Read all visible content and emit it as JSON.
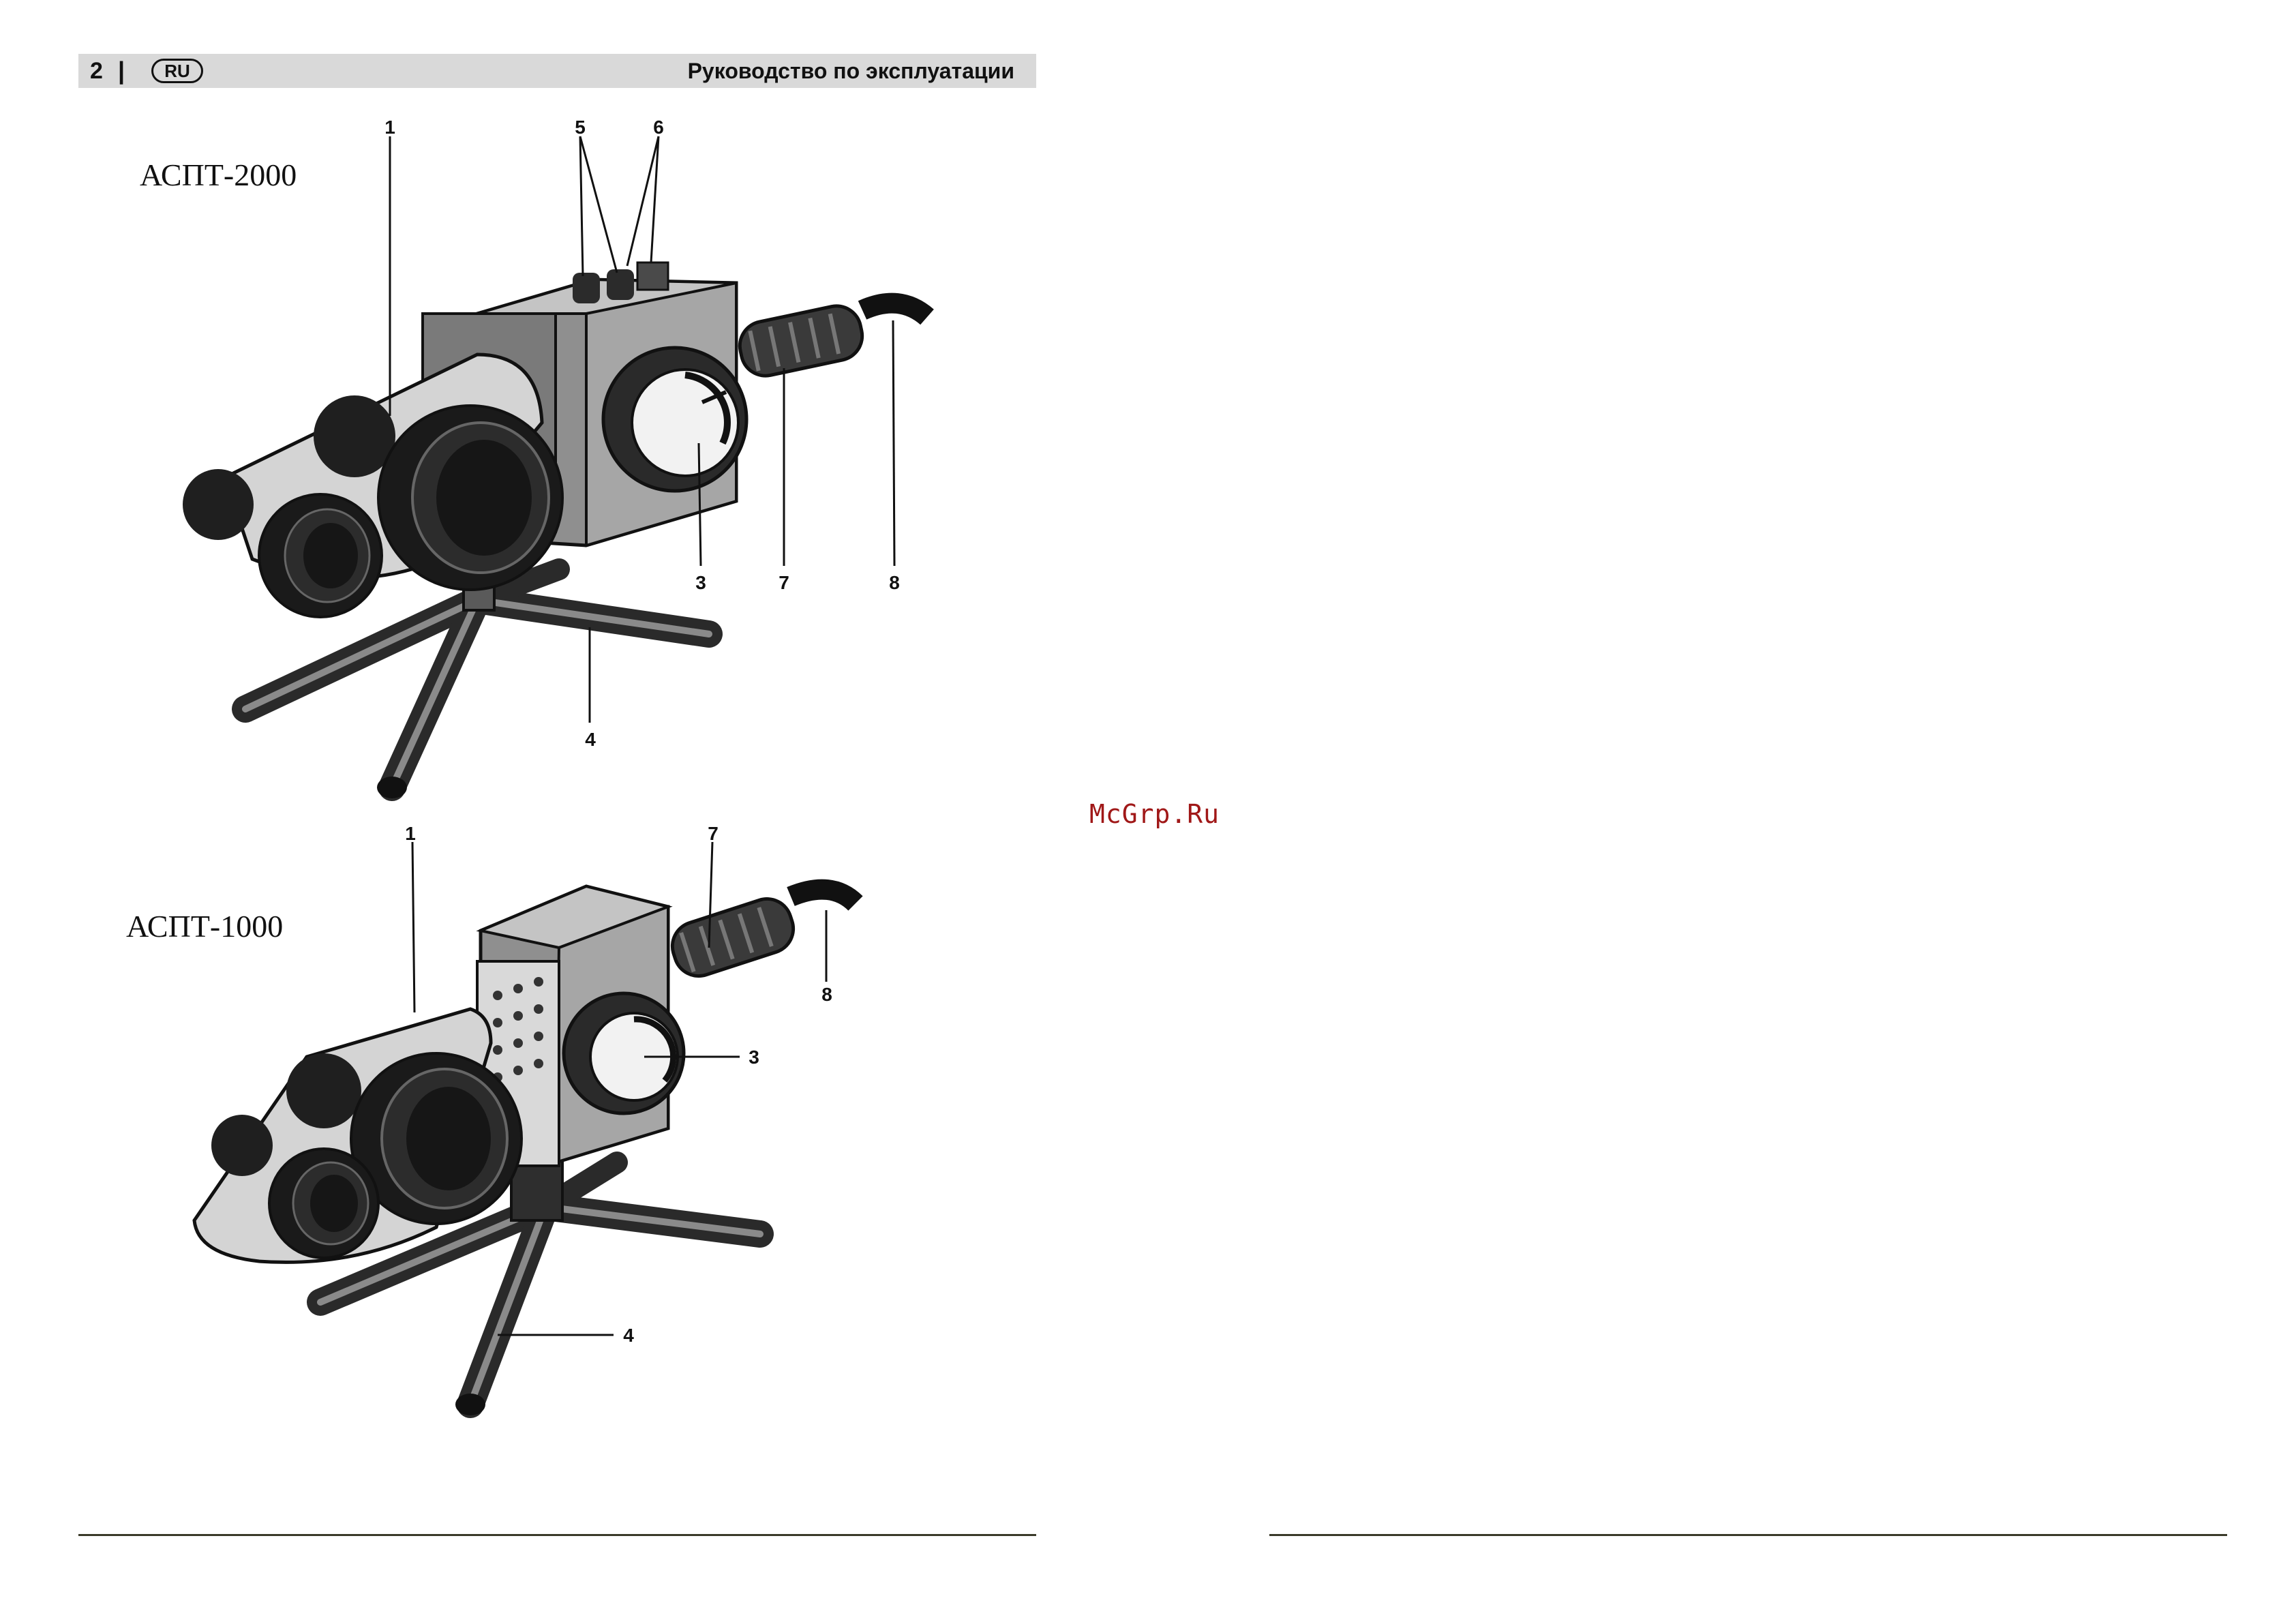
{
  "header": {
    "page_number": "2",
    "separator": "|",
    "language": "RU",
    "title": "Руководство по эксплуатации"
  },
  "models": [
    {
      "label": "АСПТ-2000",
      "callouts": [
        "1",
        "5",
        "6",
        "3",
        "7",
        "8",
        "4"
      ]
    },
    {
      "label": "АСПТ-1000",
      "callouts": [
        "1",
        "7",
        "8",
        "3",
        "4"
      ]
    }
  ],
  "watermark": "McGrp.Ru",
  "colors": {
    "header_bg": "#d9d9d9",
    "watermark": "#a01818",
    "rule": "#3a3a2a"
  }
}
